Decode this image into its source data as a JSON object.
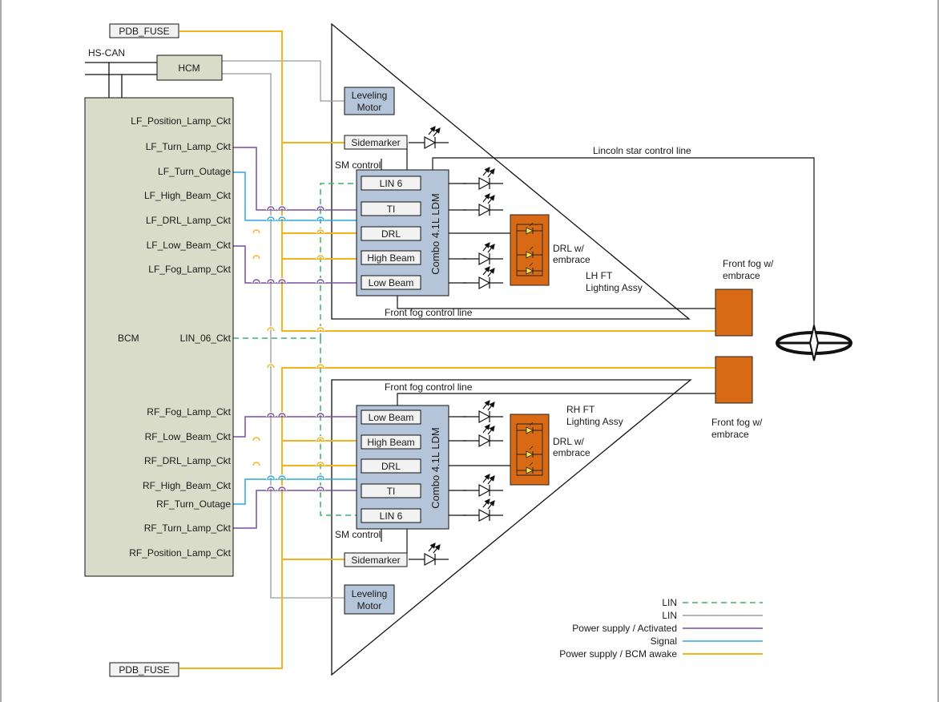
{
  "colors": {
    "lin_dashed": "#3bb26b",
    "lin_gray": "#9b9b9b",
    "power_activated": "#7a4fa3",
    "signal": "#29a8df",
    "power_awake": "#f5b21a",
    "bcm_fill": "#d9dcc9",
    "ldm_fill": "#b4c4d9",
    "drl_fill": "#d86a16",
    "led_fill": "#f6e84c"
  },
  "labels": {
    "pdb_fuse_top": "PDB_FUSE",
    "pdb_fuse_bottom": "PDB_FUSE",
    "hs_can": "HS-CAN",
    "hcm": "HCM",
    "bcm": "BCM",
    "lin06": "LIN_06_Ckt",
    "lincoln_star": "Lincoln star control line",
    "front_fog_control_top": "Front fog control line",
    "front_fog_control_bottom": "Front fog control line",
    "sm_control_top": "SM control",
    "sm_control_bottom": "SM control"
  },
  "bcm_left_pins": [
    "LF_Position_Lamp_Ckt",
    "LF_Turn_Lamp_Ckt",
    "LF_Turn_Outage",
    "LF_High_Beam_Ckt",
    "LF_DRL_Lamp_Ckt",
    "LF_Low_Beam_Ckt",
    "LF_Fog_Lamp_Ckt"
  ],
  "bcm_right_pins": [
    "RF_Fog_Lamp_Ckt",
    "RF_Low_Beam_Ckt",
    "RF_DRL_Lamp_Ckt",
    "RF_High_Beam_Ckt",
    "RF_Turn_Outage",
    "RF_Turn_Lamp_Ckt",
    "RF_Position_Lamp_Ckt"
  ],
  "lh": {
    "leveling_motor": [
      "Leveling",
      "Motor"
    ],
    "sidemarker": "Sidemarker",
    "ldm_title": "Combo 4.1L LDM",
    "ldm_ports": [
      "LIN 6",
      "TI",
      "DRL",
      "High Beam",
      "Low Beam"
    ],
    "drl_label": [
      "DRL w/",
      "embrace"
    ],
    "assy_label": [
      "LH FT",
      "Lighting Assy"
    ]
  },
  "rh": {
    "leveling_motor": [
      "Leveling",
      "Motor"
    ],
    "sidemarker": "Sidemarker",
    "ldm_title": "Combo 4.1L LDM",
    "ldm_ports": [
      "Low Beam",
      "High Beam",
      "DRL",
      "TI",
      "LIN 6"
    ],
    "drl_label": [
      "DRL w/",
      "embrace"
    ],
    "assy_label": [
      "RH FT",
      "Lighting Assy"
    ]
  },
  "fog_top_label": [
    "Front fog w/",
    "embrace"
  ],
  "fog_bottom_label": [
    "Front fog w/",
    "embrace"
  ],
  "legend": [
    {
      "label": "LIN",
      "style": "dashed",
      "color": "#3bb26b"
    },
    {
      "label": "LIN",
      "style": "solid",
      "color": "#9b9b9b"
    },
    {
      "label": "Power supply / Activated",
      "style": "solid",
      "color": "#7a4fa3"
    },
    {
      "label": "Signal",
      "style": "solid",
      "color": "#29a8df"
    },
    {
      "label": "Power supply / BCM awake",
      "style": "solid",
      "color": "#f5b21a"
    }
  ]
}
